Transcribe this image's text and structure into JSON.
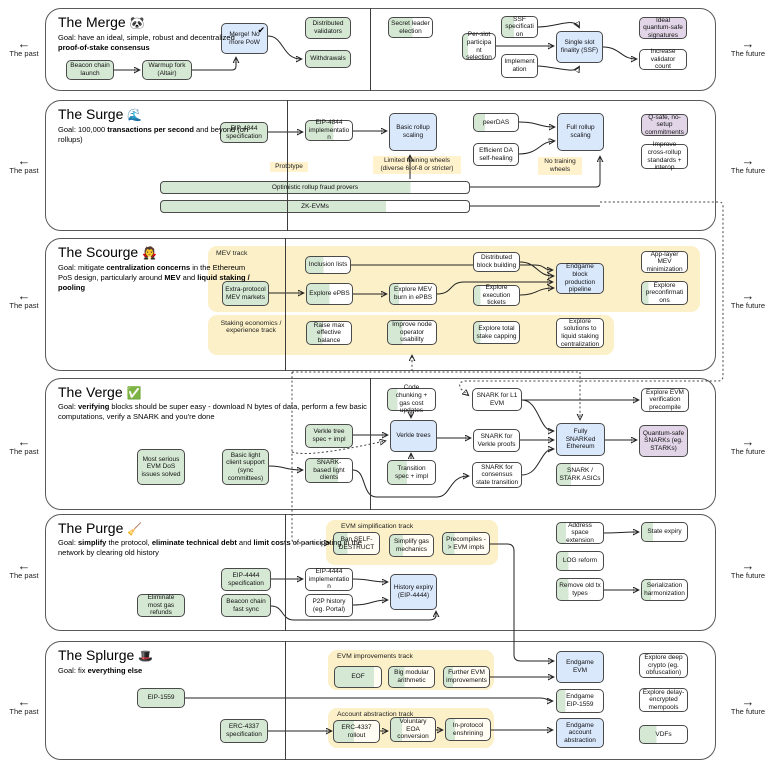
{
  "edges": {
    "past": "The past",
    "future": "The future",
    "left_arrow": "←",
    "right_arrow": "→"
  },
  "merge": {
    "title": "The Merge",
    "icon": "🐼",
    "goal": "Goal: have an ideal, simple, robust and decentralized <b>proof-of-stake consensus</b>",
    "boxes": {
      "beacon": "Beacon chain launch",
      "warmup": "Warmup fork (Altair)",
      "merge": "Merge! No more PoW",
      "check": "✔",
      "distributed": "Distributed validators",
      "withdrawals": "Withdrawals",
      "secret": "Secret leader election",
      "perslot": "Per-slot participant selection",
      "ssf_spec": "SSF specification",
      "impl": "Implementation",
      "ssf": "Single slot finality (SSF)",
      "qsig": "Ideal quantum-safe signatures",
      "inc_val": "Increase validator count"
    }
  },
  "surge": {
    "title": "The Surge",
    "icon": "🌊",
    "goal": "Goal: 100,000 <b>transactions per second</b> and beyond (on rollups)",
    "labels": {
      "prototype": "Prototype",
      "limited": "Limited training wheels (diverse 6-of-8 or stricter)",
      "no_training": "No training wheels"
    },
    "boxes": {
      "spec4844": "EIP-4844 specification",
      "impl4844": "EIP-4844 implementation",
      "basic": "Basic rollup scaling",
      "peerdas": "peerDAS",
      "effda": "Efficient DA self-healing",
      "full": "Full rollup scaling",
      "qsafe": "Q-safe, no-setup commitments",
      "interop": "Improve cross-rollup standards + interop",
      "opbar": "Optimistic rollup fraud provers",
      "zkbar": "ZK-EVMs"
    }
  },
  "scourge": {
    "title": "The Scourge",
    "icon": "🧛",
    "goal": "Goal: mitigate <b>centralization concerns</b> in the Ethereum PoS design, particularly around <b>MEV</b> and <b>liquid staking / pooling</b>",
    "labels": {
      "mev_track": "MEV track",
      "staking_track": "Staking economics / experience track"
    },
    "boxes": {
      "inclusion": "Inclusion lists",
      "extra": "Extra-protocol MEV markets",
      "epbs": "Explore ePBS",
      "burn": "Explore MEV burn in ePBS",
      "distblock": "Distributed block building",
      "tickets": "Explore execution tickets",
      "pipeline": "Endgame block production pipeline",
      "applayer": "App-layer MEV minimization",
      "preconf": "Explore preconfirmations",
      "raisemax": "Raise max effective balance",
      "nodeop": "Improve node operator usability",
      "stakecap": "Explore total stake capping",
      "liquid": "Explore solutions to liquid staking centralization"
    }
  },
  "verge": {
    "title": "The Verge",
    "icon": "✅",
    "goal": "Goal: <b>verifying</b> blocks should be super easy - download N bytes of data, perform a few basic computations, verify a SNARK and you're done",
    "boxes": {
      "evmdos": "Most serious EVM DoS issues solved",
      "basiclight": "Basic light client support (sync committees)",
      "verklespec": "Verkle tree spec + impl",
      "snarklight": "SNARK-based light clients",
      "codechunk": "Code chunking + gas cost updates",
      "verkle": "Verkle trees",
      "transition": "Transition spec + impl",
      "l1evm": "SNARK for L1 EVM",
      "verkleproofs": "SNARK for Verkle proofs",
      "consensus": "SNARK for consensus state transition",
      "fully": "Fully SNARKed Ethereum",
      "asics": "SNARK / STARK ASICs",
      "precompile": "Explore EVM verification precompile",
      "qsnarks": "Quantum-safe SNARKs (eg. STARKs)"
    }
  },
  "purge": {
    "title": "The Purge",
    "icon": "🧹",
    "goal": "Goal: <b>simplify</b> the protocol, <b>eliminate technical debt</b> and <b>limit costs</b> of participating in the network by clearing old history",
    "labels": {
      "evm_track": "EVM simplification track"
    },
    "boxes": {
      "selfdestruct": "Ban SELF-DESTRUCT",
      "simplifygas": "Simplify gas mechanics",
      "precompiles": "Precompiles -> EVM impls",
      "gasrefunds": "Eliminate most gas refunds",
      "spec4444": "EIP-4444 specification",
      "beaconsync": "Beacon chain fast sync",
      "impl4444": "EIP-4444 implementation",
      "p2p": "P2P history (eg. Portal)",
      "history": "History expiry (EIP-4444)",
      "address": "Address space extension",
      "stateexpiry": "State expiry",
      "logreform": "LOG reform",
      "oldtx": "Remove old tx types",
      "serialization": "Serialization harmonization"
    }
  },
  "splurge": {
    "title": "The Splurge",
    "icon": "🎩",
    "goal": "Goal: fix <b>everything else</b>",
    "labels": {
      "evm_track": "EVM improvements track",
      "aa_track": "Account abstraction track"
    },
    "boxes": {
      "eip1559": "EIP-1559",
      "erc4337spec": "ERC-4337 specification",
      "eof": "EOF",
      "bigmod": "Big modular arithmetic",
      "furtherevm": "Further EVM improvements",
      "rollout": "ERC-4337 rollout",
      "voluntary": "Voluntary EOA conversion",
      "inprotocol": "In-protocol enshrining",
      "endgameevm": "Endgame EVM",
      "endgame1559": "Endgame EIP-1559",
      "endgameaa": "Endgame account abstraction",
      "deepcrypto": "Explore deep crypto (eg. obfuscation)",
      "delaymempool": "Explore delay-encrypted mempools",
      "vdfs": "VDFs"
    }
  }
}
